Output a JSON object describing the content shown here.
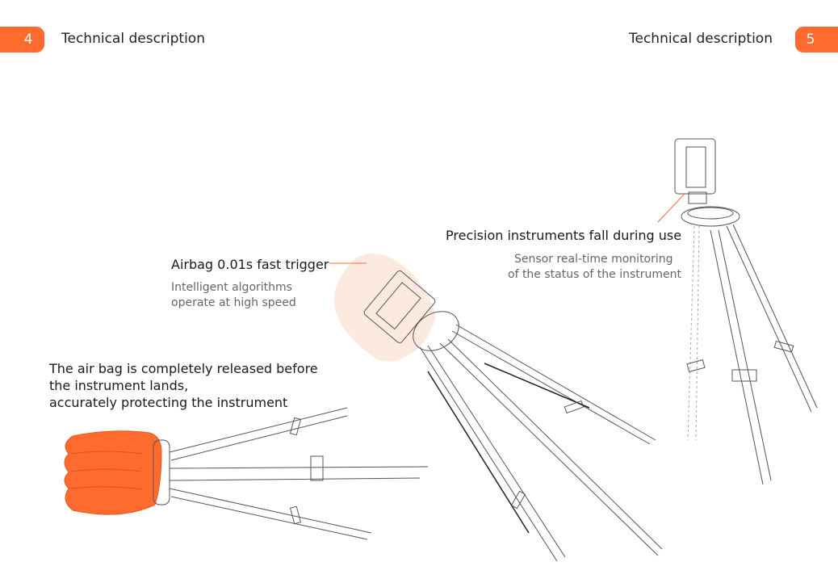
{
  "header": {
    "left_page_number": "4",
    "left_title": "Technical description",
    "right_page_number": "5",
    "right_title": "Technical description"
  },
  "colors": {
    "accent": "#ff6b2e",
    "airbag_faint": "#fbe3d8"
  },
  "callouts": {
    "fall": {
      "title": "Precision instruments fall during use",
      "lines": [
        "Sensor real-time monitoring",
        "of the status of the instrument"
      ]
    },
    "trigger": {
      "title": "Airbag 0.01s fast trigger",
      "lines": [
        "Intelligent algorithms",
        "operate at high speed"
      ]
    },
    "released": {
      "lines": [
        "The air bag is completely released before",
        "the instrument lands,",
        "accurately protecting the instrument"
      ]
    }
  }
}
